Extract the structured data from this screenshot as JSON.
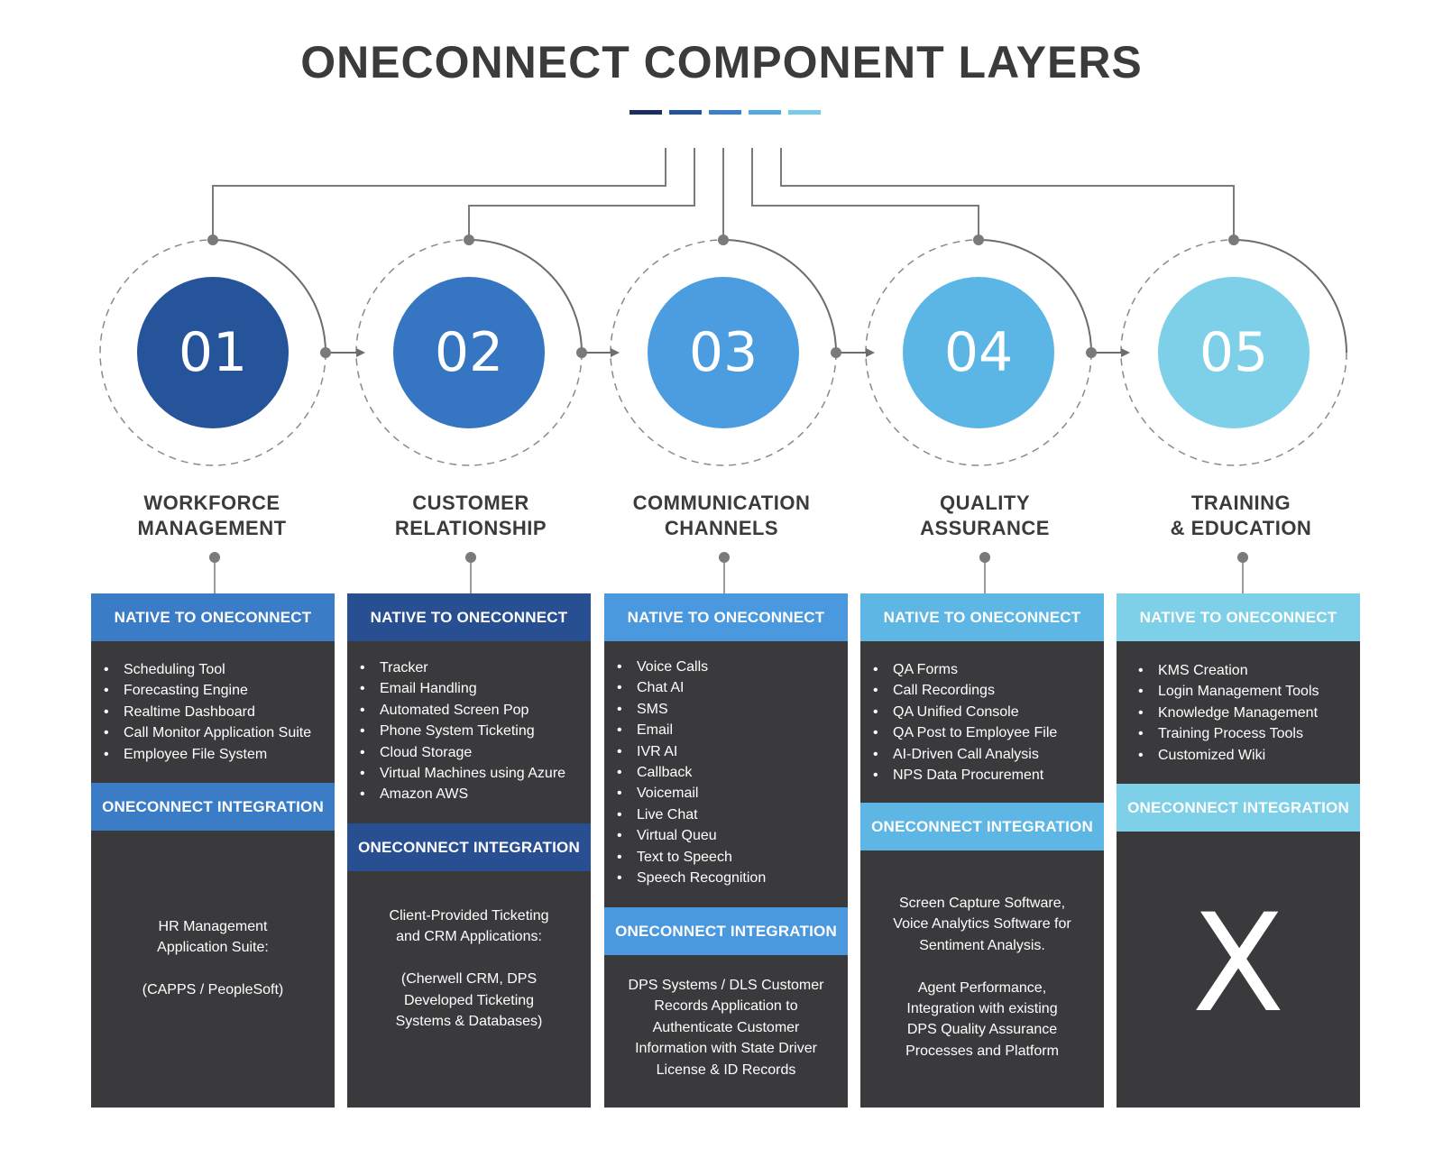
{
  "title": "ONECONNECT COMPONENT LAYERS",
  "accent_colors": [
    "#1b2f5e",
    "#23539b",
    "#3a7fc8",
    "#55a7df",
    "#79cbe6"
  ],
  "layers": [
    {
      "number": "01",
      "title_line1": "WORKFORCE",
      "title_line2": "MANAGEMENT",
      "circle_color": "#26549a",
      "bar_color": "#3a7dc6",
      "native_label": "NATIVE TO ONECONNECT",
      "native_items": [
        "Scheduling Tool",
        "Forecasting Engine",
        "Realtime Dashboard",
        "Call Monitor Application Suite",
        "Employee File System"
      ],
      "integration_label": "ONECONNECT INTEGRATION",
      "integration_text": "HR Management\nApplication Suite:\n\n(CAPPS / PeopleSoft)"
    },
    {
      "number": "02",
      "title_line1": "CUSTOMER",
      "title_line2": "RELATIONSHIP",
      "circle_color": "#3575c1",
      "bar_color": "#284f91",
      "native_label": "NATIVE TO ONECONNECT",
      "native_items": [
        "Tracker",
        "Email Handling",
        "Automated Screen Pop",
        "Phone System Ticketing",
        "Cloud Storage",
        "Virtual Machines using Azure",
        "Amazon AWS"
      ],
      "integration_label": "ONECONNECT INTEGRATION",
      "integration_text": "Client-Provided Ticketing\nand CRM Applications:\n\n(Cherwell CRM, DPS\nDeveloped Ticketing\nSystems & Databases)"
    },
    {
      "number": "03",
      "title_line1": "COMMUNICATION",
      "title_line2": "CHANNELS",
      "circle_color": "#4c9de0",
      "bar_color": "#4a98de",
      "native_label": "NATIVE TO ONECONNECT",
      "native_items": [
        "Voice Calls",
        "Chat AI",
        "SMS",
        "Email",
        "IVR AI",
        "Callback",
        "Voicemail",
        "Live Chat",
        "Virtual Queu",
        "Text to Speech",
        "Speech Recognition"
      ],
      "integration_label": "ONECONNECT INTEGRATION",
      "integration_text": "DPS Systems / DLS Customer\nRecords Application to\nAuthenticate Customer\nInformation with State Driver\nLicense & ID Records"
    },
    {
      "number": "04",
      "title_line1": "QUALITY",
      "title_line2": "ASSURANCE",
      "circle_color": "#5cb6e5",
      "bar_color": "#5db6e3",
      "native_label": "NATIVE TO ONECONNECT",
      "native_items": [
        "QA Forms",
        "Call Recordings",
        "QA Unified Console",
        "QA Post to Employee File",
        "AI-Driven Call Analysis",
        "NPS Data Procurement"
      ],
      "integration_label": "ONECONNECT INTEGRATION",
      "integration_text": "Screen Capture Software,\nVoice Analytics Software for\nSentiment Analysis.\n\nAgent Performance,\nIntegration with existing\nDPS Quality Assurance\nProcesses and Platform"
    },
    {
      "number": "05",
      "title_line1": "TRAINING",
      "title_line2": "& EDUCATION",
      "circle_color": "#7dd0e8",
      "bar_color": "#7dd0e8",
      "native_label": "NATIVE TO ONECONNECT",
      "native_items": [
        "KMS Creation",
        "Login Management Tools",
        "Knowledge Management",
        "Training Process Tools",
        "Customized Wiki"
      ],
      "integration_label": "ONECONNECT INTEGRATION",
      "integration_text": "X"
    }
  ]
}
